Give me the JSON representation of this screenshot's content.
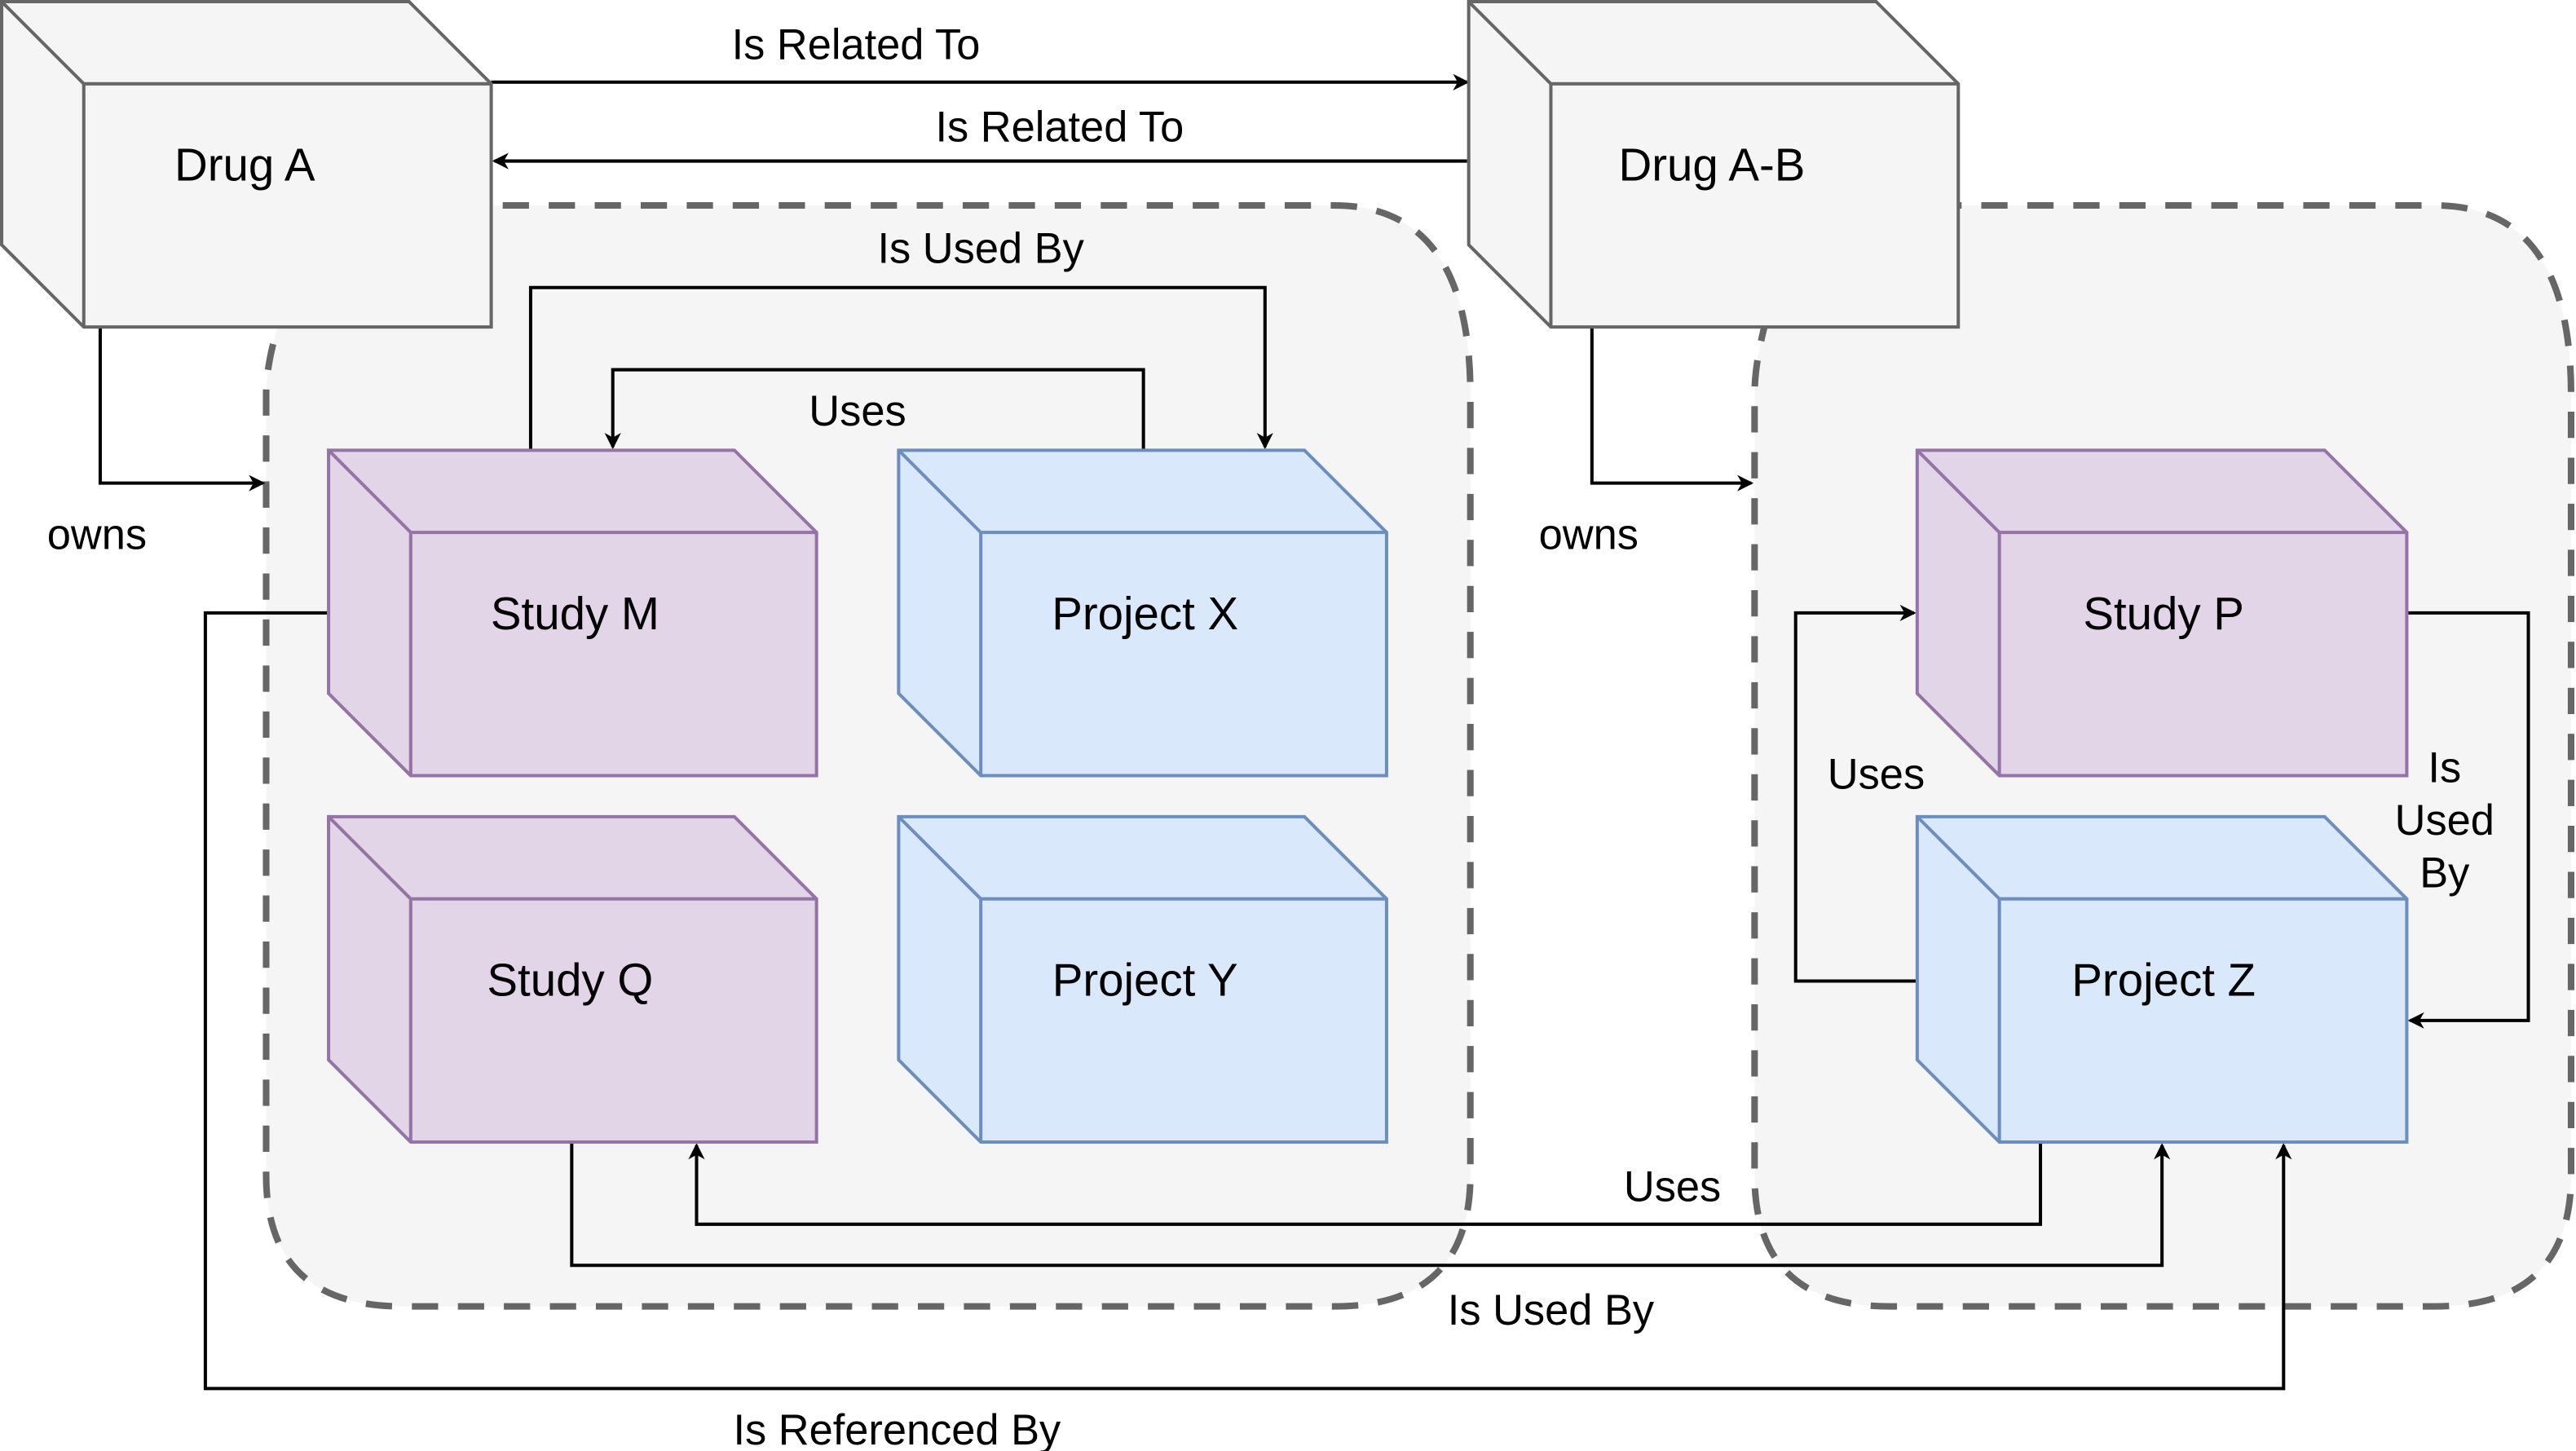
{
  "colors": {
    "drug_fill": "#f5f5f5",
    "drug_stroke": "#666666",
    "study_fill": "#e1d5e7",
    "study_stroke": "#9673a6",
    "project_fill": "#dae8fc",
    "project_stroke": "#6c8ebf",
    "container_fill": "#f5f5f5",
    "container_stroke": "#666666",
    "edge": "#000000"
  },
  "nodes": {
    "drug_a": "Drug A",
    "drug_ab": "Drug A-B",
    "study_m": "Study M",
    "project_x": "Project X",
    "study_q": "Study Q",
    "project_y": "Project Y",
    "study_p": "Study P",
    "project_z": "Project Z"
  },
  "edges": {
    "a_to_ab": "Is Related To",
    "ab_to_a": "Is Related To",
    "m_used_by_x": "Is Used By",
    "x_uses_m": "Uses",
    "a_owns": "owns",
    "ab_owns": "owns",
    "z_uses_p": "Uses",
    "p_used_by_z": [
      "Is",
      "Used",
      "By"
    ],
    "z_uses_q": "Uses",
    "q_used_by_z": "Is Used By",
    "m_referenced_by_z": "Is Referenced By"
  }
}
